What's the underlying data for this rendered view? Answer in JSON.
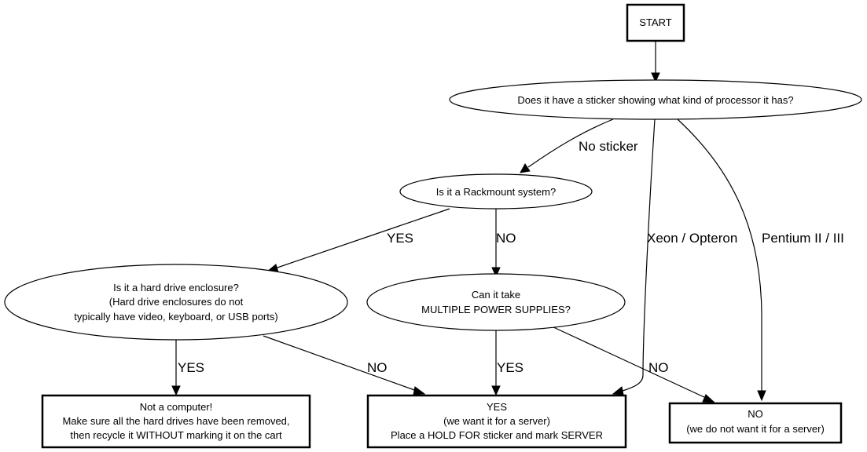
{
  "nodes": {
    "start": {
      "lines": [
        "START"
      ]
    },
    "sticker": {
      "lines": [
        "Does it have a sticker showing what kind of processor it has?"
      ]
    },
    "rackmount": {
      "lines": [
        "Is it a Rackmount system?"
      ]
    },
    "enclosure": {
      "lines": [
        "Is it a hard drive enclosure?",
        "(Hard drive enclosures do not",
        "typically have video, keyboard, or USB ports)"
      ]
    },
    "power": {
      "lines": [
        "Can it take",
        "MULTIPLE POWER SUPPLIES?"
      ]
    },
    "not_computer": {
      "lines": [
        "Not a computer!",
        "Make sure all the hard drives have been removed,",
        "then recycle it WITHOUT marking it on the cart"
      ]
    },
    "yes_server": {
      "lines": [
        "YES",
        "(we want it for a server)",
        "Place a HOLD FOR sticker and mark SERVER"
      ]
    },
    "no_server": {
      "lines": [
        "NO",
        "(we do not want it for a server)"
      ]
    }
  },
  "edges": {
    "no_sticker": "No sticker",
    "xeon": "Xeon / Opteron",
    "pentium": "Pentium II / III",
    "rack_yes": "YES",
    "rack_no": "NO",
    "enc_yes": "YES",
    "enc_no": "NO",
    "power_yes": "YES",
    "power_no": "NO"
  }
}
